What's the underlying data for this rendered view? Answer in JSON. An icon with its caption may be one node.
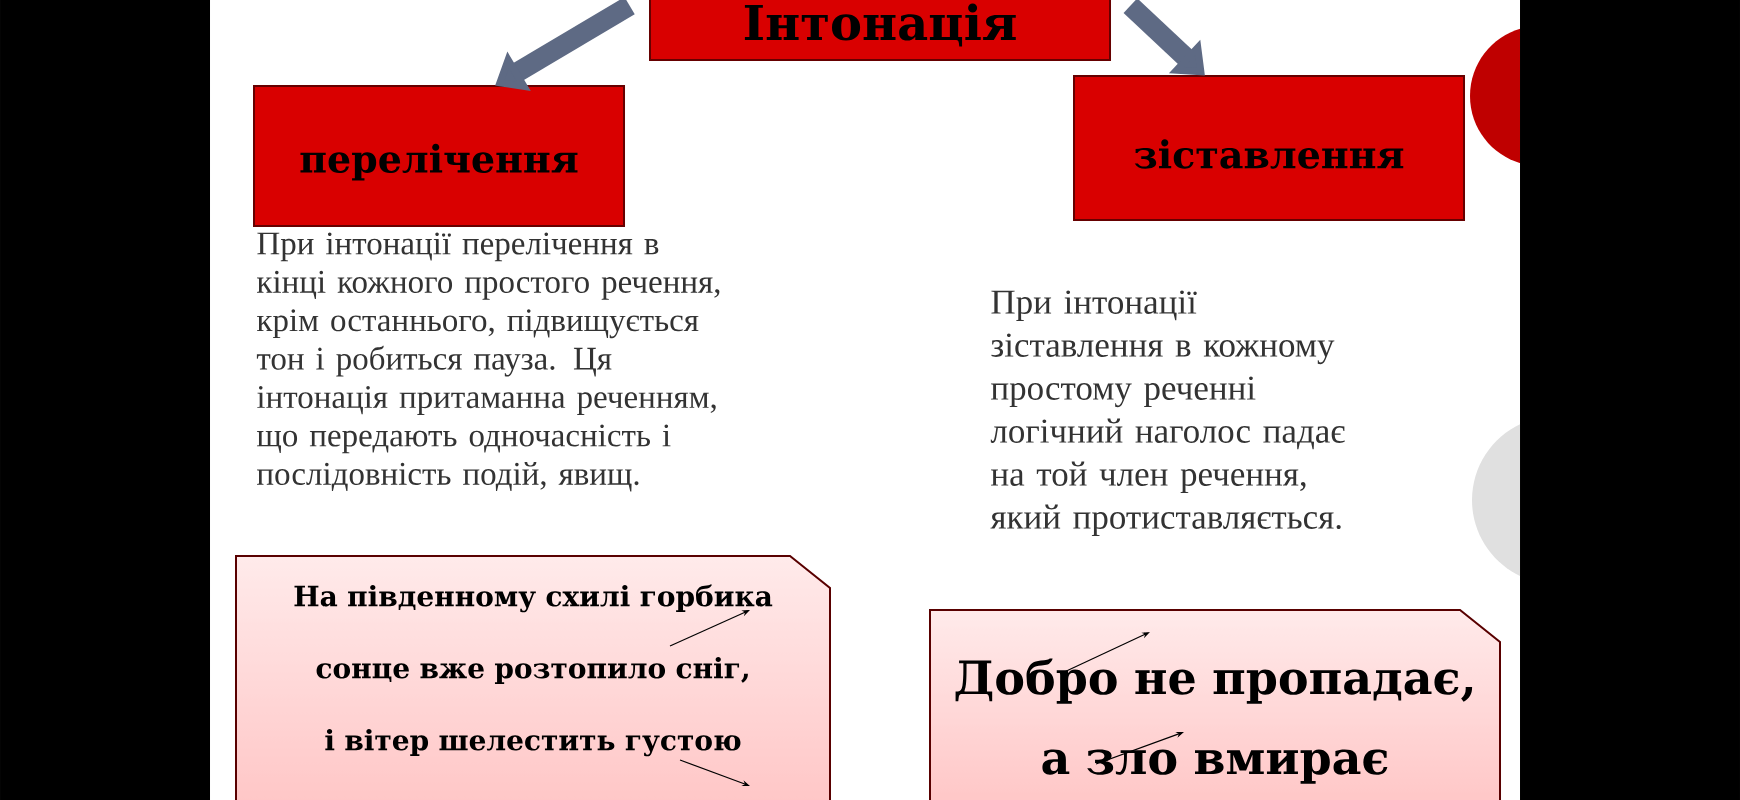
{
  "diagram": {
    "nodes": [
      {
        "text": [
          "Інтонація"
        ]
      },
      {
        "text": [
          "перелічення"
        ]
      },
      {
        "text": [
          "зіставлення"
        ]
      },
      {
        "text": [
          "На південному схилі горбика сонце вже розтопило сніг, і вітер шелестить густою"
        ]
      },
      {
        "text": [
          "Добро не пропадає,",
          "а зло вмирає"
        ]
      }
    ],
    "edges": [
      {
        "from": 0,
        "to": 1,
        "arrow": "to"
      },
      {
        "from": 0,
        "to": 2,
        "arrow": "to"
      }
    ],
    "labels": [
      "При інтонації перелічення в кінці кожного простого речення, крім останнього, підвищується тон і робиться пауза. Ця інтонація притаманна реченням, що передають одночасність і послідовність подій, явищ.",
      "При інтонації зіставлення в кожному простому реченні логічний наголос падає на той член речення, який протиставляється."
    ]
  }
}
